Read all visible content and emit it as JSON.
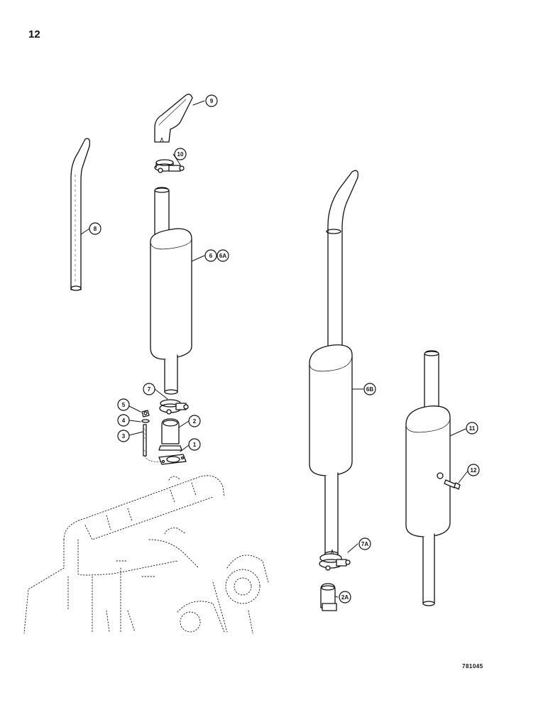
{
  "page_number": "12",
  "figure_code": "781045",
  "callouts": [
    {
      "id": "1",
      "label": "1"
    },
    {
      "id": "2",
      "label": "2"
    },
    {
      "id": "3",
      "label": "3"
    },
    {
      "id": "4",
      "label": "4"
    },
    {
      "id": "5",
      "label": "5"
    },
    {
      "id": "6",
      "label": "6"
    },
    {
      "id": "6A",
      "label": "6A"
    },
    {
      "id": "6B",
      "label": "6B"
    },
    {
      "id": "7",
      "label": "7"
    },
    {
      "id": "7A",
      "label": "7A"
    },
    {
      "id": "8",
      "label": "8"
    },
    {
      "id": "9",
      "label": "9"
    },
    {
      "id": "10",
      "label": "10"
    },
    {
      "id": "11",
      "label": "11"
    },
    {
      "id": "12",
      "label": "12"
    },
    {
      "id": "2A",
      "label": "2A"
    }
  ]
}
